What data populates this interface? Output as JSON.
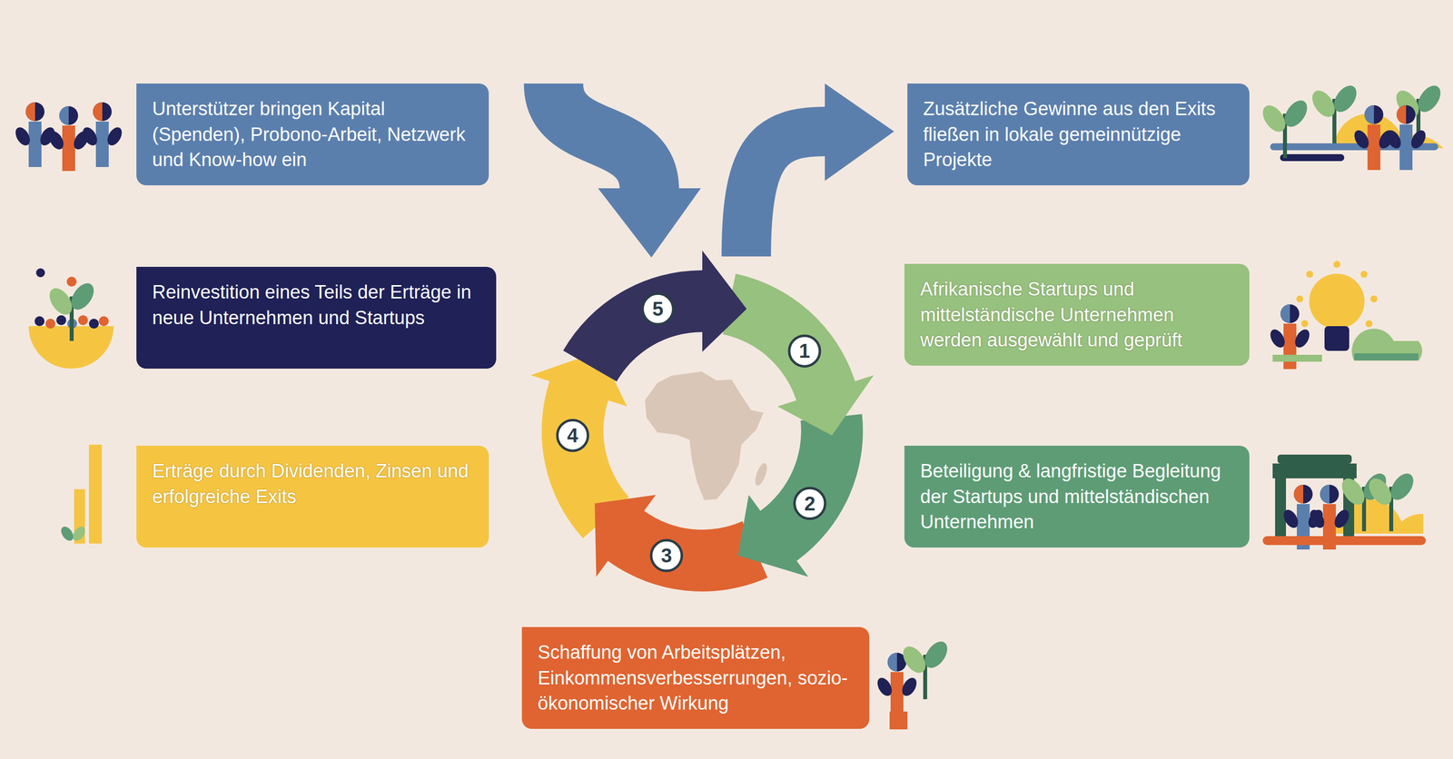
{
  "diagram": {
    "nodes": [
      {
        "text": [
          "Unterstützer bringen Kapital (Spenden), Probono-Arbeit, Netzwerk und Know-how ein"
        ]
      },
      {
        "text": [
          "Zusätzliche Gewinne aus den Exits fließen in lokale gemeinnützige Projekte"
        ]
      },
      {
        "text": [
          "Reinvestition eines Teils der Erträge in neue Unternehmen und Startups"
        ]
      },
      {
        "text": [
          "Afrikanische Startups und mittelständische Unternehmen werden ausgewählt und geprüft"
        ]
      },
      {
        "text": [
          "Erträge durch Dividenden, Zinsen und erfolgreiche Exits"
        ]
      },
      {
        "text": [
          "Beteiligung & langfristige Begleitung der Startups und mittelständischen Unternehmen"
        ]
      },
      {
        "text": [
          "Schaffung von Arbeitsplätzen, Einkommensverbesserrungen, sozio-ökonomischer Wirkung"
        ]
      }
    ],
    "labels": [
      "1",
      "2",
      "3",
      "4",
      "5"
    ]
  }
}
